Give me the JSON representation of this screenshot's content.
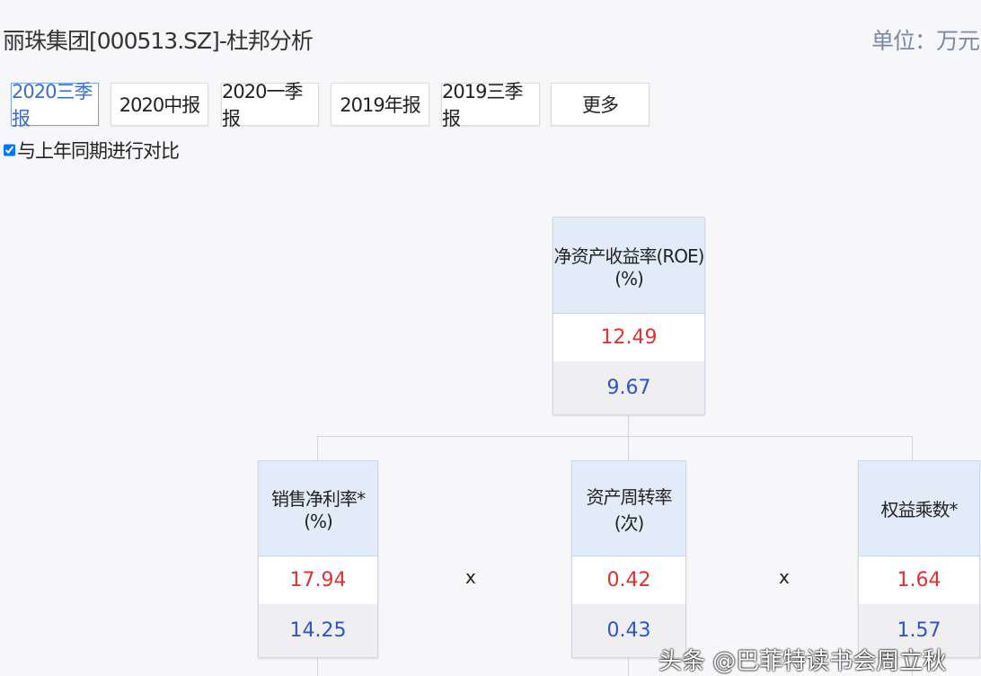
{
  "header": {
    "title": "丽珠集团[000513.SZ]-杜邦分析",
    "unit": "单位：万元，"
  },
  "periods": [
    {
      "label": "2020三季报",
      "active": true
    },
    {
      "label": "2020中报"
    },
    {
      "label": "2020一季报"
    },
    {
      "label": "2019年报"
    },
    {
      "label": "2019三季报"
    },
    {
      "label": "更多"
    }
  ],
  "compare": {
    "label": "与上年同期进行对比",
    "checked": true
  },
  "tree": {
    "roe": {
      "label": "净资产收益率(ROE)(%)",
      "current": "12.49",
      "previous": "9.67"
    },
    "net_margin": {
      "label": "销售净利率*(%)",
      "current": "17.94",
      "previous": "14.25"
    },
    "asset_turnover": {
      "label": "资产周转率(次)",
      "current": "0.42",
      "previous": "0.43"
    },
    "equity_multiplier": {
      "label": "权益乘数*",
      "current": "1.64",
      "previous": "1.57"
    },
    "operator": "x"
  },
  "colors": {
    "current": "#e03030",
    "previous": "#2d55c8",
    "header_bg": "#e2ecf9"
  },
  "watermark": "头条 @巴菲特读书会周立秋"
}
